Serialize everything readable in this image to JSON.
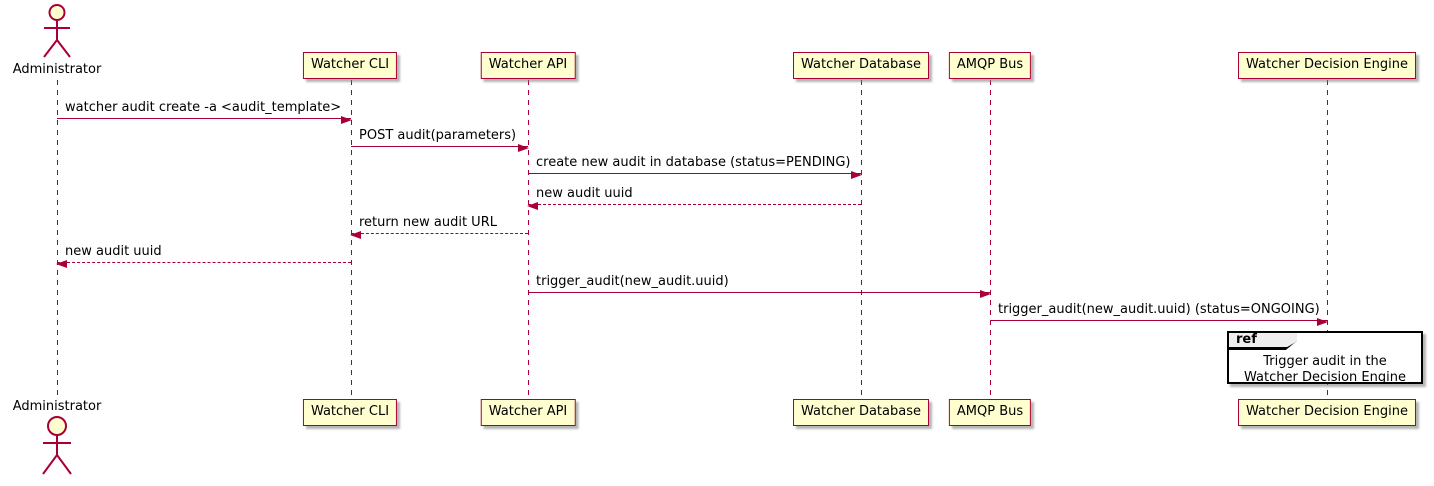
{
  "diagram": {
    "kind": "sequence-diagram",
    "colors": {
      "participant_fill": "#FEFECE",
      "line_and_border": "#A80036",
      "text": "#000000",
      "ref_header_fill": "#EEEEEE",
      "ref_border": "#000000",
      "background": "#FFFFFF"
    },
    "actor": {
      "label": "Administrator"
    },
    "participants": [
      {
        "label": "Watcher CLI"
      },
      {
        "label": "Watcher API"
      },
      {
        "label": "Watcher Database"
      },
      {
        "label": "AMQP Bus"
      },
      {
        "label": "Watcher Decision Engine"
      }
    ],
    "messages": [
      {
        "from": "Administrator",
        "to": "Watcher CLI",
        "style": "solid",
        "label": "watcher audit create -a <audit_template>"
      },
      {
        "from": "Watcher CLI",
        "to": "Watcher API",
        "style": "solid",
        "label": "POST audit(parameters)"
      },
      {
        "from": "Watcher API",
        "to": "Watcher Database",
        "style": "solid",
        "label": "create new audit in database (status=PENDING)"
      },
      {
        "from": "Watcher Database",
        "to": "Watcher API",
        "style": "dashed",
        "label": "new audit uuid"
      },
      {
        "from": "Watcher API",
        "to": "Watcher CLI",
        "style": "dashed",
        "label": "return new audit URL"
      },
      {
        "from": "Watcher CLI",
        "to": "Administrator",
        "style": "dashed",
        "label": "new audit uuid"
      },
      {
        "from": "Watcher API",
        "to": "AMQP Bus",
        "style": "solid",
        "label": "trigger_audit(new_audit.uuid)"
      },
      {
        "from": "AMQP Bus",
        "to": "Watcher Decision Engine",
        "style": "solid",
        "label": "trigger_audit(new_audit.uuid) (status=ONGOING)"
      }
    ],
    "ref": {
      "keyword": "ref",
      "over": "Watcher Decision Engine",
      "lines": [
        "Trigger audit in the",
        "Watcher Decision Engine"
      ]
    }
  }
}
